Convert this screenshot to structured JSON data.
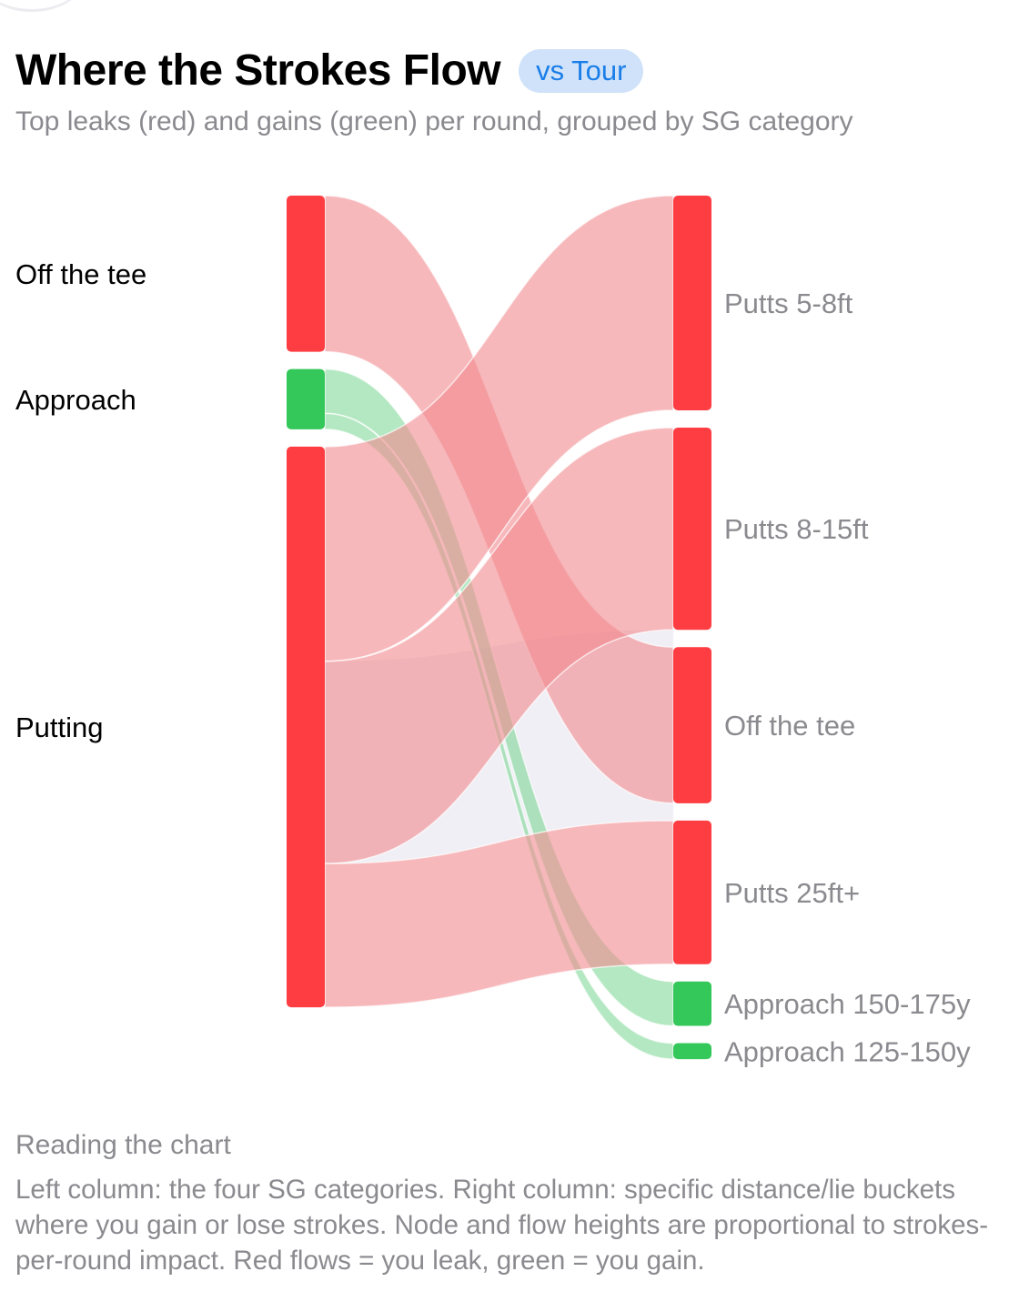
{
  "header": {
    "title": "Where the Strokes Flow",
    "badge": "vs Tour",
    "subtitle": "Top leaks (red) and gains (green) per round, grouped by SG category"
  },
  "colors": {
    "leak_node": "#fd3d42",
    "leak_flow": "#f2888e",
    "gain_node": "#34c759",
    "gain_flow": "#6fd28a",
    "shadow": "#ececf3",
    "left_label": "#000000",
    "right_label": "#8a8a8f"
  },
  "chart_data": {
    "type": "sankey",
    "source_nodes": [
      {
        "name": "Off the tee",
        "value": 0.88,
        "kind": "leak"
      },
      {
        "name": "Approach",
        "value": 0.34,
        "kind": "gain"
      },
      {
        "name": "Putting",
        "value": 3.16,
        "kind": "leak"
      }
    ],
    "target_nodes": [
      {
        "name": "Putts 5-8ft",
        "value": 1.21,
        "kind": "leak"
      },
      {
        "name": "Putts 8-15ft",
        "value": 1.14,
        "kind": "leak"
      },
      {
        "name": "Off the tee",
        "value": 0.88,
        "kind": "leak"
      },
      {
        "name": "Putts 25ft+",
        "value": 0.81,
        "kind": "leak"
      },
      {
        "name": "Approach 150-175y",
        "value": 0.25,
        "kind": "gain"
      },
      {
        "name": "Approach 125-150y",
        "value": 0.09,
        "kind": "gain"
      }
    ],
    "links": [
      {
        "source": "Off the tee",
        "target": "Off the tee",
        "value": 0.88,
        "kind": "leak"
      },
      {
        "source": "Approach",
        "target": "Approach 150-175y",
        "value": 0.25,
        "kind": "gain"
      },
      {
        "source": "Approach",
        "target": "Approach 125-150y",
        "value": 0.09,
        "kind": "gain"
      },
      {
        "source": "Putting",
        "target": "Putts 5-8ft",
        "value": 1.21,
        "kind": "leak"
      },
      {
        "source": "Putting",
        "target": "Putts 8-15ft",
        "value": 1.14,
        "kind": "leak"
      },
      {
        "source": "Putting",
        "target": "Putts 25ft+",
        "value": 0.81,
        "kind": "leak"
      }
    ]
  },
  "notes": {
    "title": "Reading the chart",
    "body": "Left column: the four SG categories. Right column: specific distance/lie buckets where you gain or lose strokes. Node and flow heights are proportional to strokes-per-round impact. Red flows = you leak, green = you gain."
  }
}
